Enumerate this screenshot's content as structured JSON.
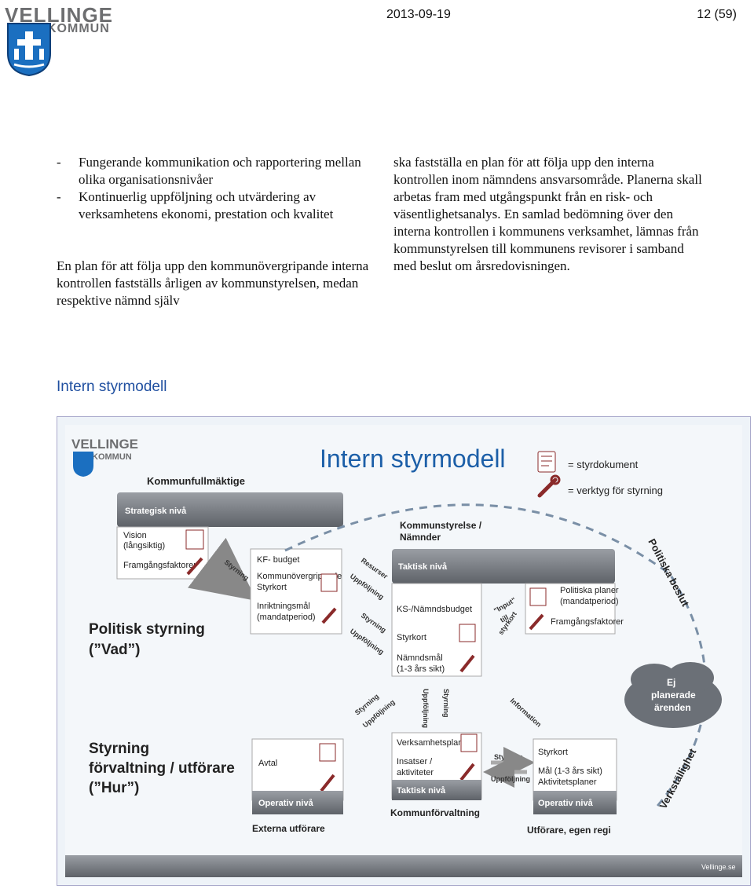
{
  "header": {
    "logo_line1": "VELLINGE",
    "logo_line2": "KOMMUN",
    "date": "2013-09-19",
    "page": "12 (59)"
  },
  "left_column": {
    "bullets": [
      "Fungerande kommunikation och rapportering mellan olika organisationsnivåer",
      "Kontinuerlig uppföljning och utvärdering av verksamhetens ekonomi, prestation och kvalitet"
    ],
    "paragraph": "En plan för att följa upp den kommunövergripande interna kontrollen fastställs årligen av kommunstyrelsen, medan respektive nämnd själv"
  },
  "right_column": {
    "paragraph": "ska fastställa en plan för att följa upp den interna kontrollen inom nämndens ansvarsområde. Planerna skall arbetas fram med utgångspunkt från en risk- och väsentlighetsanalys. En samlad bedömning över den interna kontrollen i kommunens verksamhet, lämnas från kommunstyrelsen till kommunens revisorer i samband med beslut om årsredovisningen."
  },
  "section_title": "Intern styrmodell",
  "diagram": {
    "logo_line1": "VELLINGE",
    "logo_line2": "KOMMUN",
    "title": "Intern styrmodell",
    "legend": {
      "styrdokument": "= styrdokument",
      "verktyg": "= verktyg för styrning"
    },
    "kommunfullmaktige": "Kommunfullmäktige",
    "strategisk_niva": "Strategisk nivå",
    "vision": [
      "Vision",
      "(långsiktig)"
    ],
    "framgangsfaktorer": "Framgångsfaktorer",
    "styrning": "Styrning",
    "kf_budget": "KF- budget",
    "kommunovergripande": [
      "Kommunövergripande",
      "Styrkort"
    ],
    "inriktningsmal": [
      "Inriktningsmål",
      "(mandatperiod)"
    ],
    "resurser": "Resurser",
    "uppfoljning": "Uppföljning",
    "kommunstyrelse": [
      "Kommunstyrelse  /",
      "Nämnder"
    ],
    "taktisk_niva": "Taktisk nivå",
    "ks_budget": "KS-/Nämndsbudget",
    "styrkort": "Styrkort",
    "namndsmal": [
      "Nämndsmål",
      "(1-3 års sikt)"
    ],
    "politiska_planer": [
      "Politiska planer",
      "(mandatperiod)"
    ],
    "framgangsfaktorer2": "Framgångsfaktorer",
    "input": [
      "\"Input\"",
      "till",
      "styrkort"
    ],
    "politiska_beslut": "Politiska beslut",
    "ej_planerade": [
      "Ej",
      "planerade",
      "ärenden"
    ],
    "politisk_styrning": [
      "Politisk styrning",
      "(”Vad”)"
    ],
    "styrning_forvaltning": [
      "Styrning",
      "förvaltning / utförare",
      "(”Hur”)"
    ],
    "information": "Information",
    "avtal": "Avtal",
    "operativ_niva": "Operativ nivå",
    "externa_utforare": "Externa utförare",
    "verksamhetsplan": "Verksamhetsplan",
    "insatser": [
      "Insatser /",
      "aktiviteter"
    ],
    "kommunforvaltning": "Kommunförvaltning",
    "styrkort2": "Styrkort",
    "mal_aktivitet": [
      "Mål (1-3 års sikt)",
      "Aktivitetsplaner"
    ],
    "utforare_egen_regi": "Utförare, egen regi",
    "verkstallighet": "Verkställighet",
    "footer": "Vellinge.se"
  }
}
